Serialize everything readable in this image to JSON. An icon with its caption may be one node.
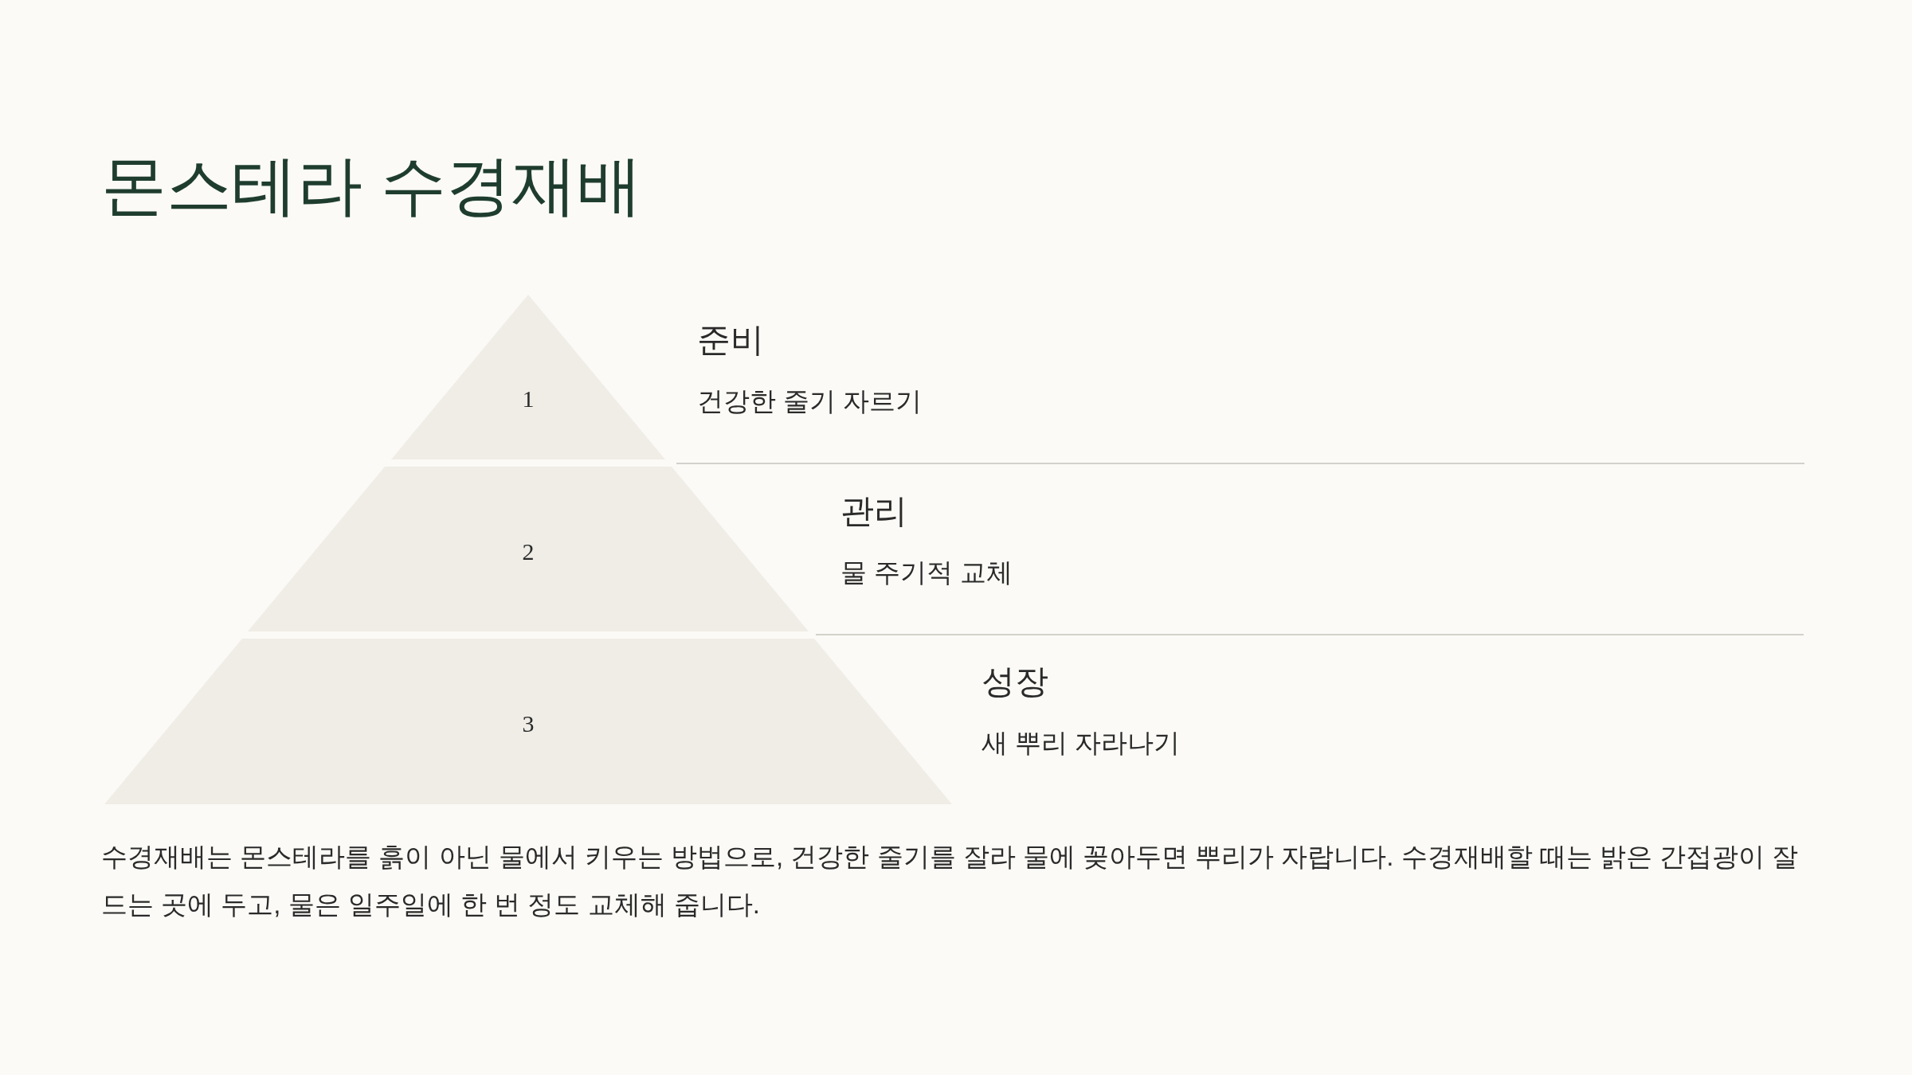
{
  "diagram": {
    "title": "몬스테라 수경재배",
    "nodes": [
      {
        "text": [
          "1"
        ],
        "beside": [
          "준비",
          "건강한 줄기 자르기"
        ]
      },
      {
        "text": [
          "2"
        ],
        "beside": [
          "관리",
          "물 주기적 교체"
        ]
      },
      {
        "text": [
          "3"
        ],
        "beside": [
          "성장",
          "새 뿌리 자라나기"
        ]
      }
    ],
    "caption": "수경재배는 몬스테라를 흙이 아닌 물에서 키우는 방법으로, 건강한 줄기를 잘라 물에 꽂아두면 뿌리가 자랍니다. 수경재배할 때는 밝은 간접광이 잘 드는 곳에 두고, 물은 일주일에 한 번 정도 교체해 줍니다."
  }
}
